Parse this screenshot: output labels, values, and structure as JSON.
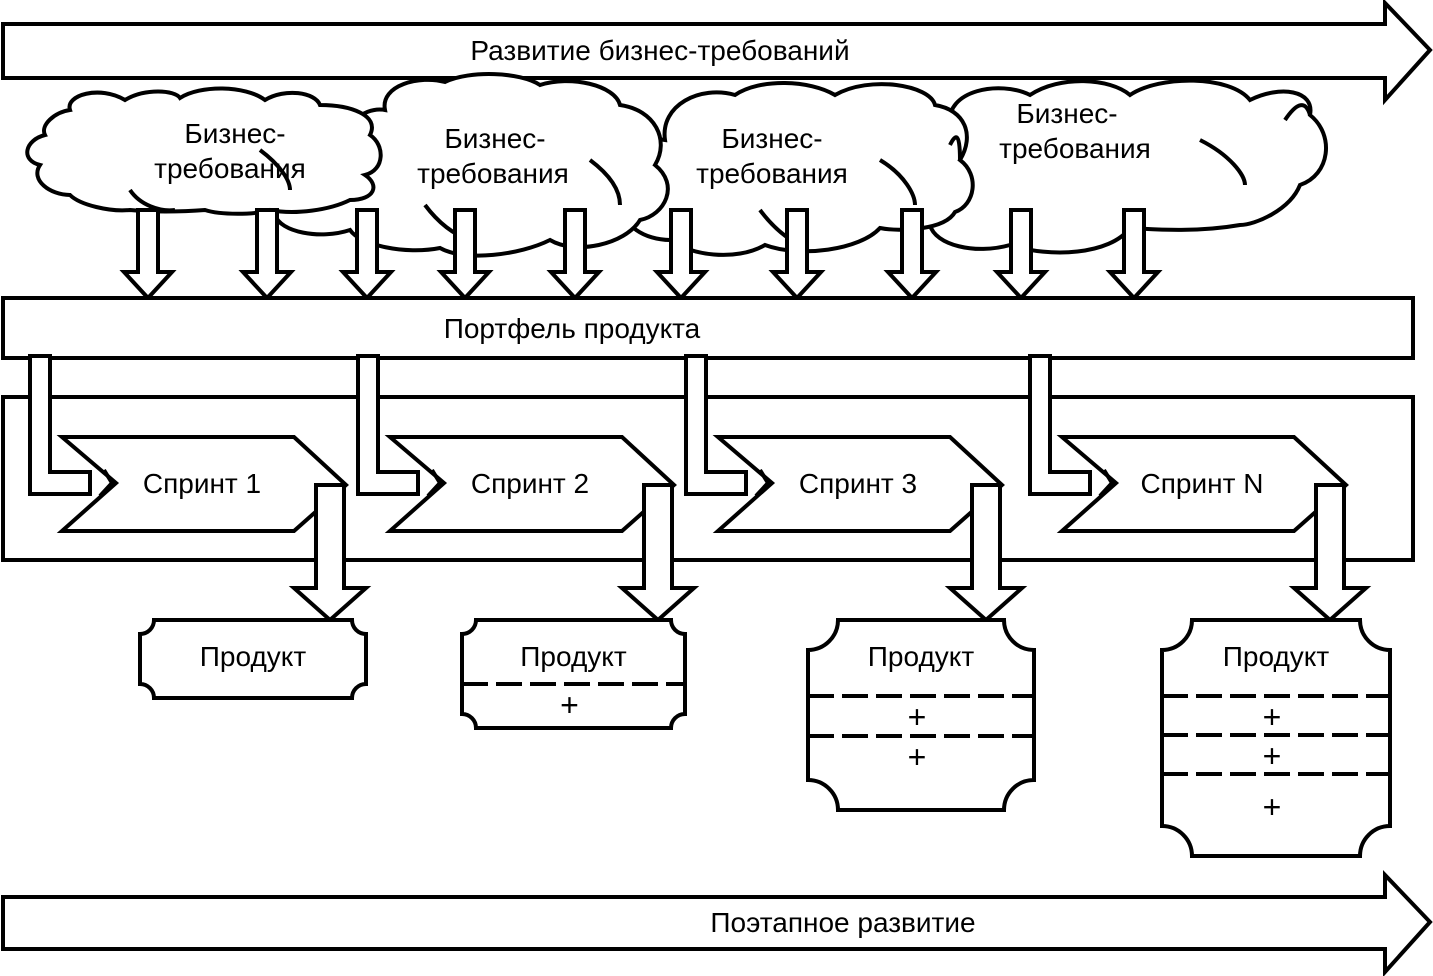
{
  "diagram": {
    "top_arrow": {
      "label": "Развитие бизнес-требований"
    },
    "clouds": [
      {
        "line1": "Бизнес-",
        "line2": "требования"
      },
      {
        "line1": "Бизнес-",
        "line2": "требования"
      },
      {
        "line1": "Бизнес-",
        "line2": "требования"
      },
      {
        "line1": "Бизнес-",
        "line2": "требования"
      }
    ],
    "requirement_arrows_count": 10,
    "backlog": {
      "label": "Портфель продукта"
    },
    "sprints": [
      {
        "label": "Спринт 1"
      },
      {
        "label": "Спринт 2"
      },
      {
        "label": "Спринт 3"
      },
      {
        "label": "Спринт N"
      }
    ],
    "products": [
      {
        "label": "Продукт",
        "increments": []
      },
      {
        "label": "Продукт",
        "increments": [
          "+"
        ]
      },
      {
        "label": "Продукт",
        "increments": [
          "+",
          "+"
        ]
      },
      {
        "label": "Продукт",
        "increments": [
          "+",
          "+",
          "+"
        ]
      }
    ],
    "bottom_arrow": {
      "label": "Поэтапное развитие"
    },
    "colors": {
      "stroke": "#000000",
      "fill": "#ffffff"
    }
  }
}
